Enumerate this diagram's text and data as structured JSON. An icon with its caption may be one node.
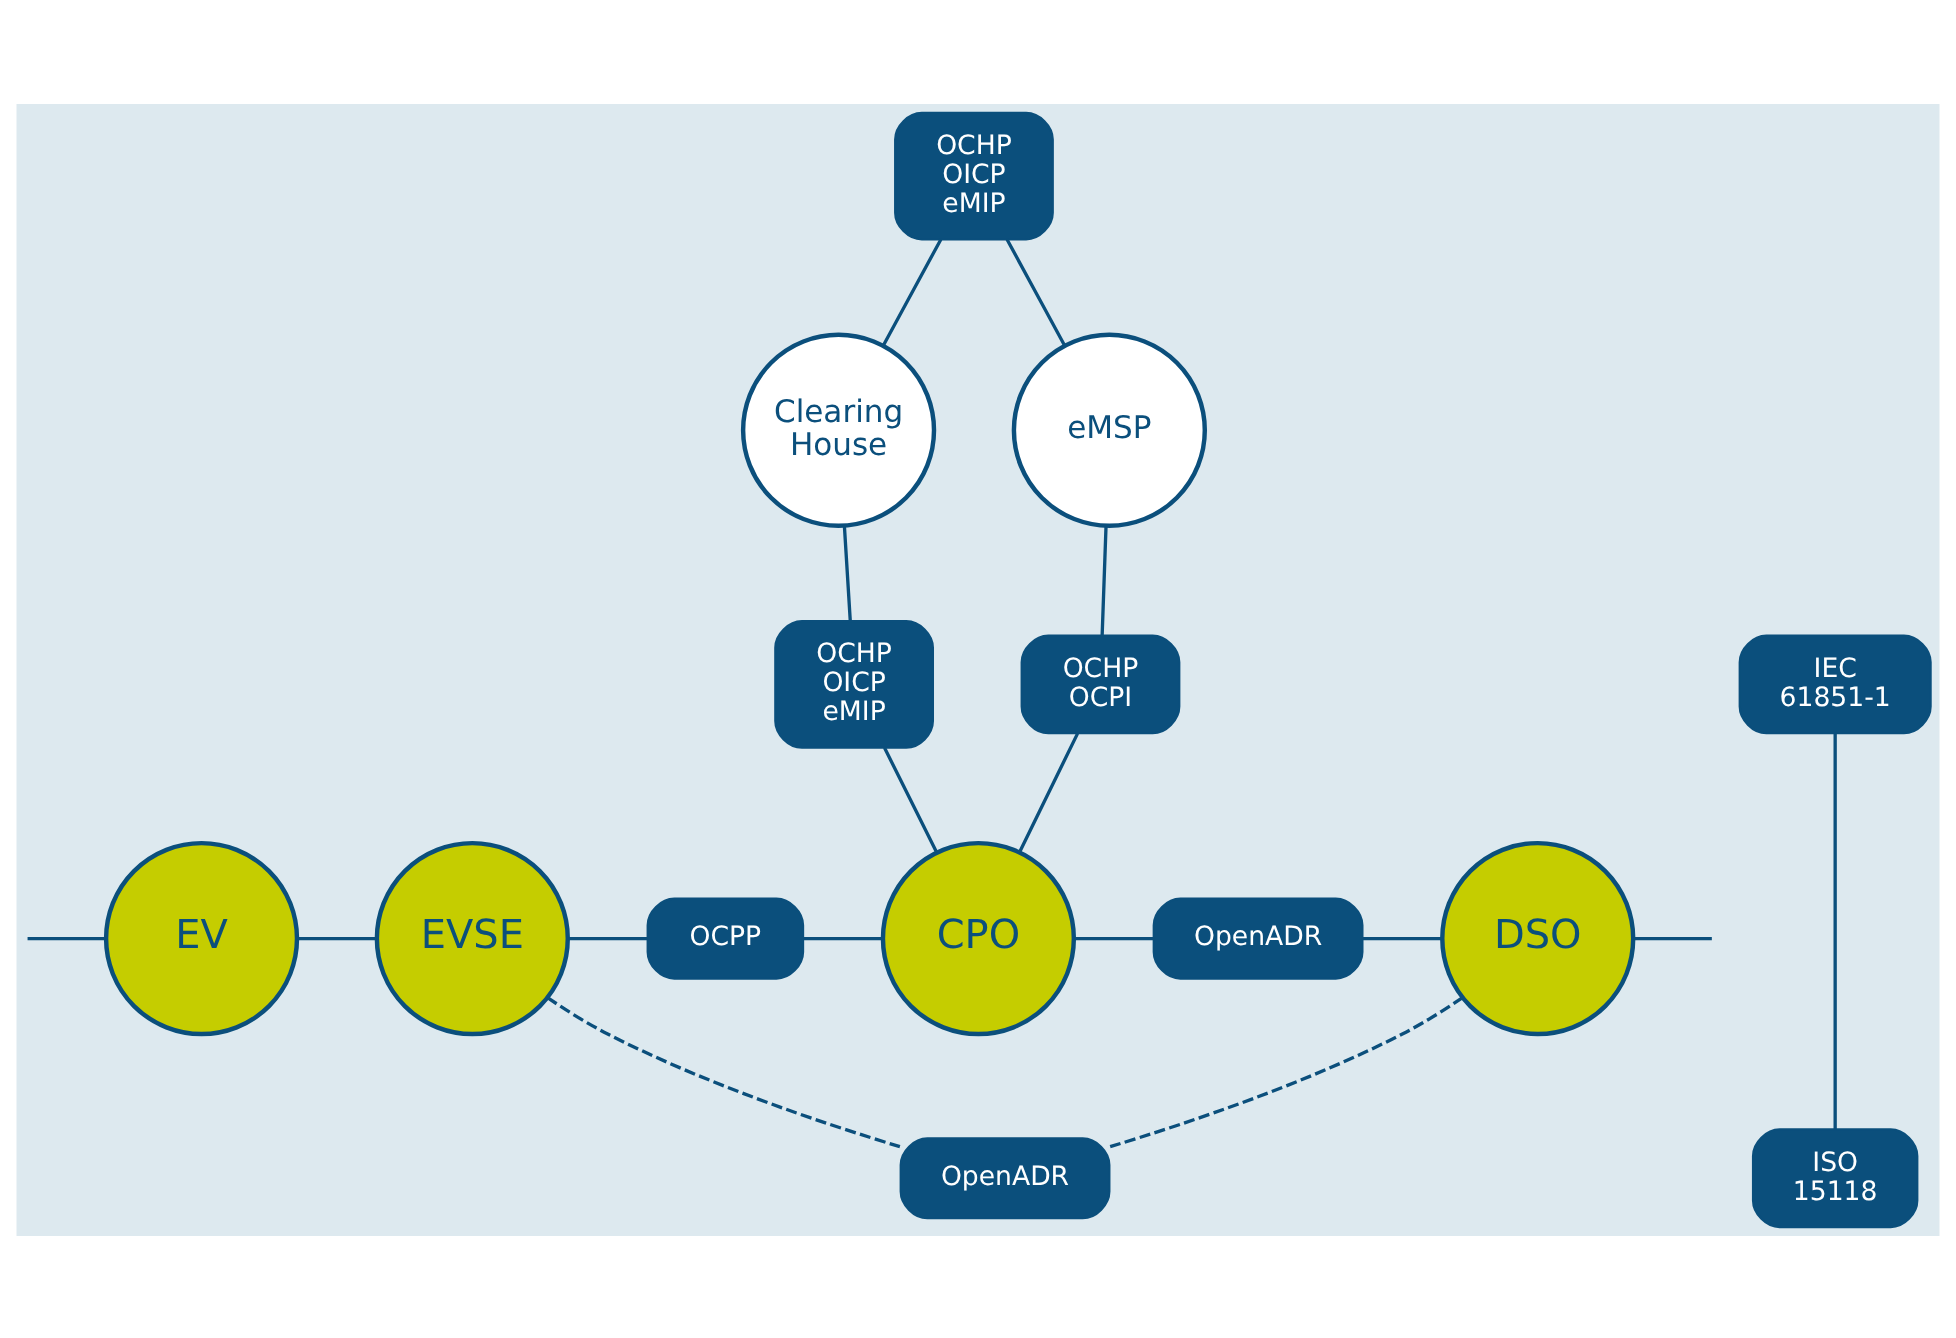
{
  "diagram": {
    "nodes": [
      {
        "text": [
          "OCHP OICP eMIP"
        ]
      },
      {
        "text": [
          "Clearing House"
        ]
      },
      {
        "text": [
          "eMSP"
        ]
      },
      {
        "text": [
          "OCHP OICP eMIP"
        ]
      },
      {
        "text": [
          "OCHP OCPI"
        ]
      },
      {
        "text": [
          "IEC 61851-1"
        ]
      },
      {
        "text": [
          "EV"
        ]
      },
      {
        "text": [
          "EVSE"
        ]
      },
      {
        "text": [
          "OCPP"
        ]
      },
      {
        "text": [
          "CPO"
        ]
      },
      {
        "text": [
          "OpenADR"
        ]
      },
      {
        "text": [
          "DSO"
        ]
      },
      {
        "text": [
          "ISO 15118"
        ]
      },
      {
        "text": [
          "OpenADR"
        ]
      }
    ],
    "edges": [
      {
        "from": 0,
        "to": 1,
        "arrow": "none"
      },
      {
        "from": 0,
        "to": 2,
        "arrow": "none"
      },
      {
        "from": 1,
        "to": 3,
        "arrow": "none"
      },
      {
        "from": 2,
        "to": 4,
        "arrow": "none"
      },
      {
        "from": 3,
        "to": 9,
        "arrow": "none"
      },
      {
        "from": 4,
        "to": 9,
        "arrow": "none"
      },
      {
        "from": null,
        "to": 6,
        "arrow": "none"
      },
      {
        "from": 6,
        "to": 7,
        "arrow": "none"
      },
      {
        "from": 5,
        "to": 12,
        "arrow": "none"
      },
      {
        "from": 7,
        "to": 8,
        "arrow": "none"
      },
      {
        "from": 8,
        "to": 9,
        "arrow": "none"
      },
      {
        "from": 9,
        "to": 10,
        "arrow": "none"
      },
      {
        "from": 10,
        "to": 11,
        "arrow": "none"
      },
      {
        "from": 11,
        "to": null,
        "arrow": "none"
      },
      {
        "from": 7,
        "to": 13,
        "arrow": "none",
        "style": "dashed"
      },
      {
        "from": 13,
        "to": 11,
        "arrow": "none",
        "style": "dashed"
      }
    ]
  }
}
